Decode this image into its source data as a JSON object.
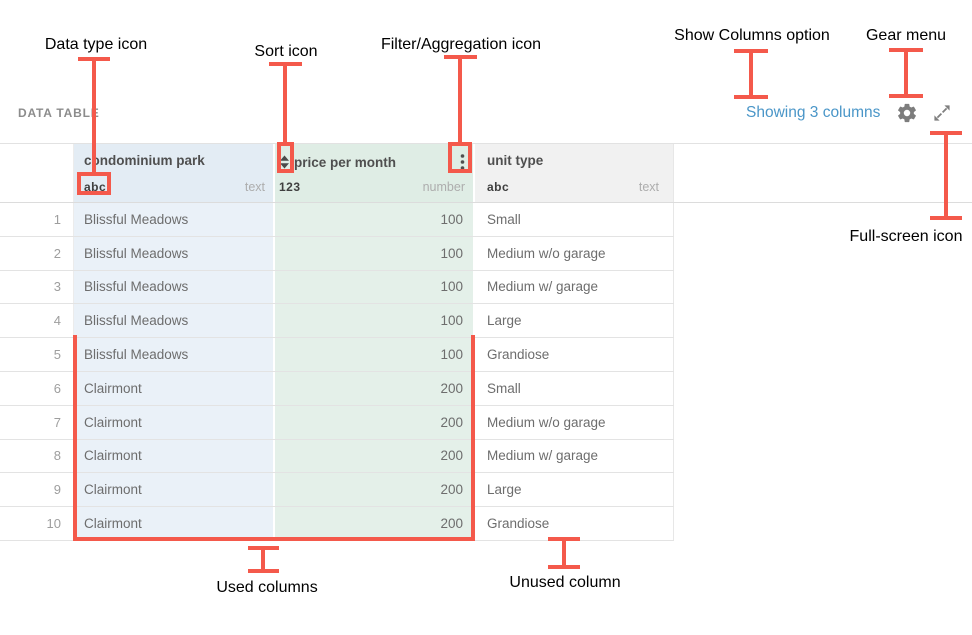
{
  "annotations": {
    "data_type": "Data type icon",
    "sort": "Sort icon",
    "filter_agg": "Filter/Aggregation icon",
    "show_columns": "Show Columns option",
    "gear": "Gear menu",
    "fullscreen": "Full-screen icon",
    "used_columns": "Used columns",
    "unused_column": "Unused column"
  },
  "toolbar": {
    "section_label": "DATA TABLE",
    "showing_columns": "Showing 3 columns"
  },
  "table": {
    "columns": [
      {
        "name": "condominium park",
        "type_icon": "abc",
        "type_label": "text"
      },
      {
        "name": "price per month",
        "type_icon": "123",
        "type_label": "number"
      },
      {
        "name": "unit type",
        "type_icon": "abc",
        "type_label": "text"
      }
    ],
    "rows": [
      {
        "num": "1",
        "park": "Blissful Meadows",
        "price": "100",
        "unit": "Small"
      },
      {
        "num": "2",
        "park": "Blissful Meadows",
        "price": "100",
        "unit": "Medium w/o garage"
      },
      {
        "num": "3",
        "park": "Blissful Meadows",
        "price": "100",
        "unit": "Medium w/ garage"
      },
      {
        "num": "4",
        "park": "Blissful Meadows",
        "price": "100",
        "unit": "Large"
      },
      {
        "num": "5",
        "park": "Blissful Meadows",
        "price": "100",
        "unit": "Grandiose"
      },
      {
        "num": "6",
        "park": "Clairmont",
        "price": "200",
        "unit": "Small"
      },
      {
        "num": "7",
        "park": "Clairmont",
        "price": "200",
        "unit": "Medium w/o garage"
      },
      {
        "num": "8",
        "park": "Clairmont",
        "price": "200",
        "unit": "Medium w/ garage"
      },
      {
        "num": "9",
        "park": "Clairmont",
        "price": "200",
        "unit": "Large"
      },
      {
        "num": "10",
        "park": "Clairmont",
        "price": "200",
        "unit": "Grandiose"
      }
    ]
  },
  "colors": {
    "annotation_red": "#f4594b",
    "link_blue": "#4a96c8",
    "used_col1_bg": "#eaf1f8",
    "used_col2_bg": "#e4f0e9",
    "unused_col_bg": "#ffffff",
    "icon_gray": "#7d7d7d"
  }
}
